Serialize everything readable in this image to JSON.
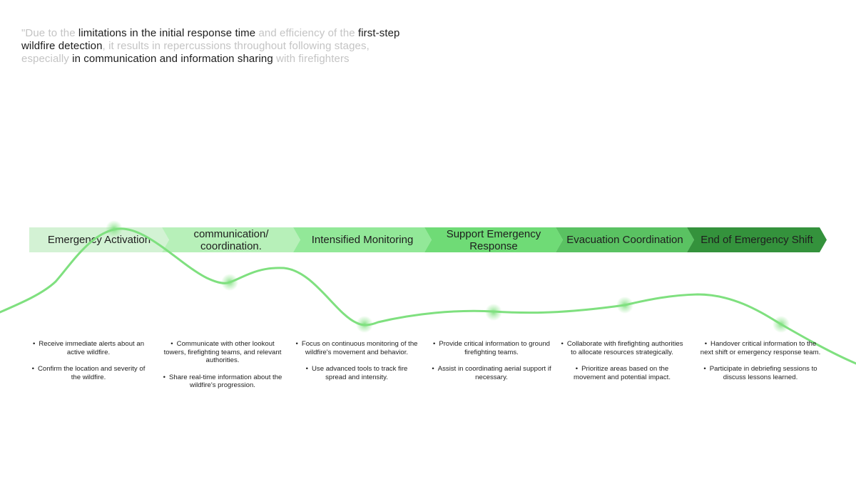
{
  "quote": {
    "segments": [
      {
        "text": "\"Due to the ",
        "highlight": false
      },
      {
        "text": "limitations in the initial response time",
        "highlight": true
      },
      {
        "text": " and efficiency of the ",
        "highlight": false
      },
      {
        "text": "first-step wildfire detection",
        "highlight": true
      },
      {
        "text": ", it results in repercussions throughout following stages, especially ",
        "highlight": false
      },
      {
        "text": "in communication and information sharing",
        "highlight": true
      },
      {
        "text": " with firefighters",
        "highlight": false
      }
    ]
  },
  "stages": [
    {
      "label": "Emergency Activation",
      "color": "#d3f2d4"
    },
    {
      "label": "communication/ coordination.",
      "color": "#b7f0b9"
    },
    {
      "label": "Intensified Monitoring",
      "color": "#92e898"
    },
    {
      "label": "Support Emergency Response",
      "color": "#6fdb76"
    },
    {
      "label": "Evacuation Coordination",
      "color": "#5ac262"
    },
    {
      "label": "End of Emergency Shift",
      "color": "#34923c"
    }
  ],
  "details": [
    [
      "Receive immediate alerts about an active wildfire.",
      "Confirm the location and severity of the wildfire."
    ],
    [
      "Communicate with other lookout towers, firefighting teams, and relevant authorities.",
      "Share real-time information about the wildfire's progression."
    ],
    [
      "Focus on continuous monitoring of the wildfire's movement and behavior.",
      "Use advanced tools to track fire spread and intensity."
    ],
    [
      "Provide critical information to ground firefighting teams.",
      "Assist in coordinating aerial support if necessary."
    ],
    [
      "Collaborate with firefighting authorities to allocate resources strategically.",
      "Prioritize areas based on the movement and potential impact."
    ],
    [
      "Handover critical information to the next shift or emergency response team.",
      "Participate in debriefing sessions to discuss lessons learned."
    ]
  ],
  "colors": {
    "curve": "#7fe07f",
    "glow": "#7fe07f",
    "quote_muted": "#c4c4c4",
    "quote_highlight": "#1c1c1c"
  },
  "bullet_glyph": "•"
}
